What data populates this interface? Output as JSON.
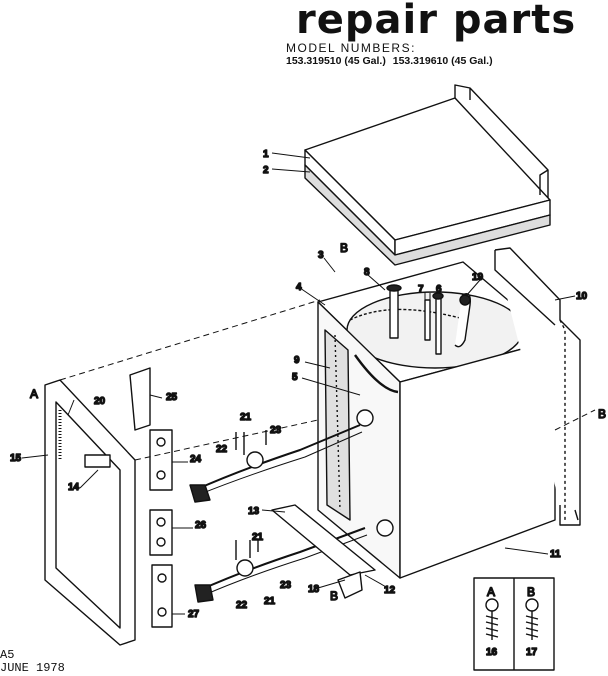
{
  "header": {
    "title": "repair parts",
    "model_heading": "MODEL NUMBERS:",
    "models": [
      "153.319510 (45 Gal.)",
      "153.319610 (45 Gal.)"
    ]
  },
  "parts": {
    "1": "1",
    "2": "2",
    "3": "3",
    "4": "4",
    "5": "5",
    "6": "6",
    "7": "7",
    "8": "8",
    "9": "9",
    "10": "10",
    "11": "11",
    "12": "12",
    "13": "13",
    "14": "14",
    "15": "15",
    "16": "16",
    "17": "17",
    "18": "18",
    "19": "19",
    "20": "20",
    "21": "21",
    "22": "22",
    "23": "23",
    "24": "24",
    "25": "25",
    "26": "26",
    "27": "27"
  },
  "refs": {
    "a": "A",
    "b": "B"
  },
  "footer": {
    "page": "A5",
    "date": "JUNE 1978"
  }
}
